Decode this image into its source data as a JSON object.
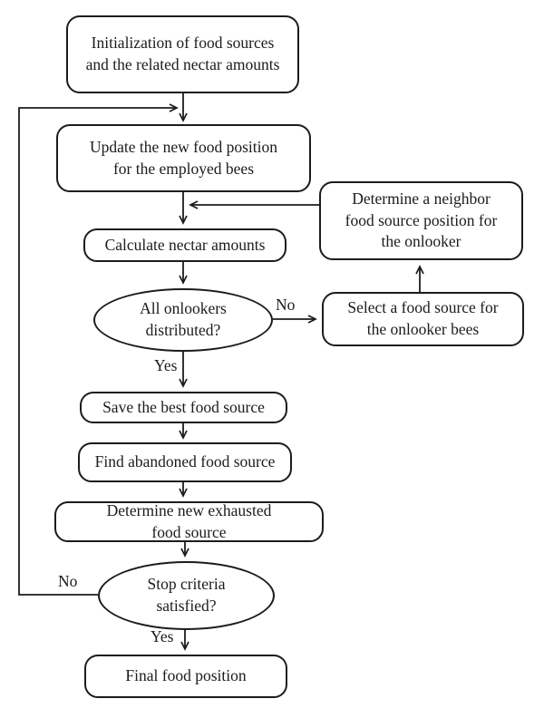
{
  "diagram": {
    "type": "flowchart",
    "background": "#ffffff",
    "stroke_color": "#1c1c1c",
    "nodes": [
      {
        "id": "initialization",
        "shape": "rounded-rectangle",
        "label": "Initialization of food sources\nand the related nectar amounts"
      },
      {
        "id": "update-food-position",
        "shape": "rounded-rectangle",
        "label": "Update the new food position\nfor the employed bees"
      },
      {
        "id": "determine-neighbor",
        "shape": "rounded-rectangle",
        "label": "Determine a neighbor\nfood source position for\nthe onlooker"
      },
      {
        "id": "calculate-nectar",
        "shape": "rounded-rectangle",
        "label": "Calculate nectar amounts"
      },
      {
        "id": "all-onlookers-distributed",
        "shape": "ellipse",
        "label": "All onlookers\ndistributed?"
      },
      {
        "id": "select-food-source",
        "shape": "rounded-rectangle",
        "label": "Select a food source for\nthe onlooker bees"
      },
      {
        "id": "save-best-food-source",
        "shape": "rounded-rectangle",
        "label": "Save the best food source"
      },
      {
        "id": "find-abandoned-food-source",
        "shape": "rounded-rectangle",
        "label": "Find abandoned food source"
      },
      {
        "id": "determine-new-exhausted",
        "shape": "rounded-rectangle",
        "label": "Determine new exhausted\nfood source"
      },
      {
        "id": "stop-criteria-satisfied",
        "shape": "ellipse",
        "label": "Stop criteria\nsatisfied?"
      },
      {
        "id": "final-food-position",
        "shape": "rounded-rectangle",
        "label": "Final food position"
      }
    ],
    "edge_labels": {
      "onlookers_no": "No",
      "onlookers_yes": "Yes",
      "stop_no": "No",
      "stop_yes": "Yes"
    },
    "edges": [
      {
        "from": "initialization",
        "to": "update-food-position"
      },
      {
        "from": "update-food-position",
        "to": "calculate-nectar"
      },
      {
        "from": "determine-neighbor",
        "to": "calculate-nectar"
      },
      {
        "from": "calculate-nectar",
        "to": "all-onlookers-distributed"
      },
      {
        "from": "all-onlookers-distributed",
        "to": "select-food-source",
        "label": "No"
      },
      {
        "from": "select-food-source",
        "to": "determine-neighbor"
      },
      {
        "from": "all-onlookers-distributed",
        "to": "save-best-food-source",
        "label": "Yes"
      },
      {
        "from": "save-best-food-source",
        "to": "find-abandoned-food-source"
      },
      {
        "from": "find-abandoned-food-source",
        "to": "determine-new-exhausted"
      },
      {
        "from": "determine-new-exhausted",
        "to": "stop-criteria-satisfied"
      },
      {
        "from": "stop-criteria-satisfied",
        "to": "update-food-position",
        "label": "No"
      },
      {
        "from": "stop-criteria-satisfied",
        "to": "final-food-position",
        "label": "Yes"
      }
    ]
  }
}
